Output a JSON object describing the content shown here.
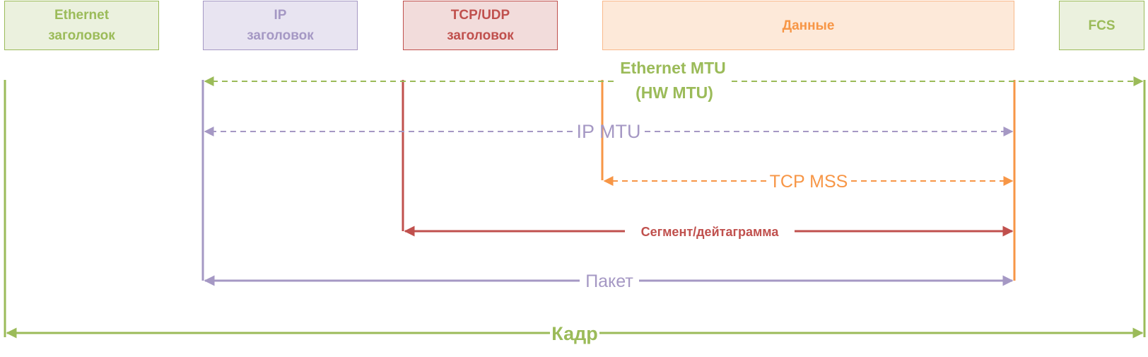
{
  "headers": {
    "ethernet": {
      "line1": "Ethernet",
      "line2": "заголовок"
    },
    "ip": {
      "line1": "IP",
      "line2": "заголовок"
    },
    "transport": {
      "line1": "TCP/UDP",
      "line2": "заголовок"
    },
    "data": {
      "label": "Данные"
    },
    "fcs": {
      "label": "FCS"
    }
  },
  "spans": {
    "ethernet_mtu": {
      "line1": "Ethernet MTU",
      "line2": "(HW MTU)"
    },
    "ip_mtu": "IP MTU",
    "tcp_mss": "TCP MSS",
    "segment": "Сегмент/дейтаграмма",
    "packet": "Пакет",
    "frame": "Кадр"
  },
  "colors": {
    "green": "#9bbb59",
    "green_fill": "#ebf1de",
    "purple": "#a598c4",
    "purple_fill": "#e8e4f1",
    "red": "#c0504d",
    "red_fill": "#f2dcdb",
    "orange": "#f79646",
    "orange_fill": "#fde9d9"
  }
}
